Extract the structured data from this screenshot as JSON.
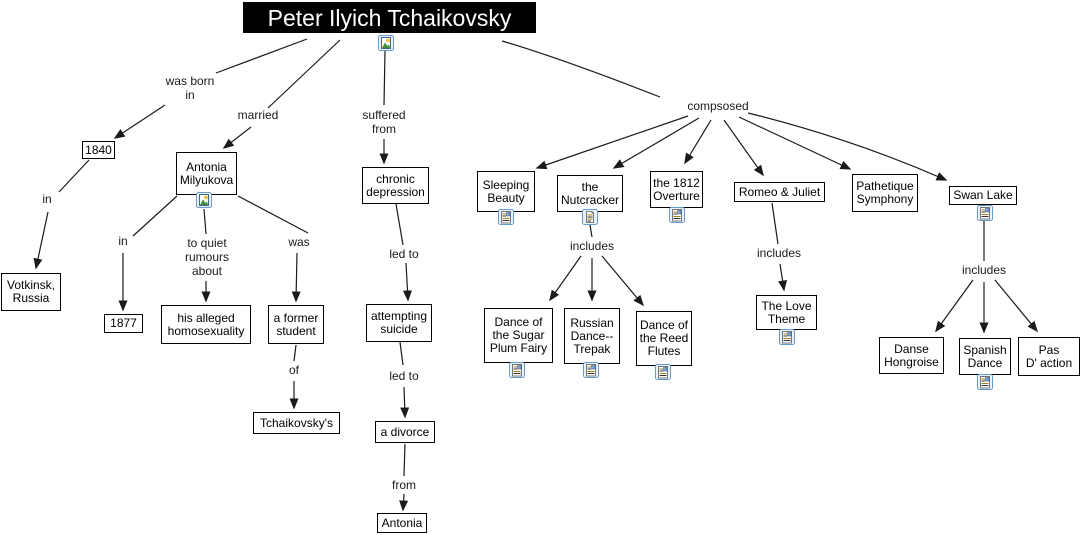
{
  "diagram_title": "Peter Ilyich Tchaikovsky concept map",
  "colors": {
    "title_bg": "#000000",
    "title_text": "#ffffff",
    "node_border": "#000000",
    "node_bg": "#ffffff",
    "edge": "#1a1a1a",
    "icon_frame": "#6699cc",
    "icon_bg": "#eaf2fc"
  },
  "nodes": {
    "title": {
      "label": "Peter Ilyich Tchaikovsky",
      "icon": "picture-icon"
    },
    "year1840": {
      "label": "1840"
    },
    "votkinsk": {
      "label": "Votkinsk,\nRussia"
    },
    "antonia": {
      "label": "Antonia\nMilyukova",
      "icon": "picture-icon"
    },
    "year1877": {
      "label": "1877"
    },
    "homosexuality": {
      "label": "his alleged\nhomosexuality"
    },
    "former_student": {
      "label": "a former\nstudent"
    },
    "tchaikovskys": {
      "label": "Tchaikovsky's"
    },
    "chronic": {
      "label": "chronic\ndepression"
    },
    "suicide": {
      "label": "attempting\nsuicide"
    },
    "divorce": {
      "label": "a divorce"
    },
    "antonia2": {
      "label": "Antonia"
    },
    "sleeping": {
      "label": "Sleeping\nBeauty",
      "icon": "document-image-icon"
    },
    "nutcracker": {
      "label": "the\nNutcracker",
      "icon": "document-icon"
    },
    "overture": {
      "label": "the 1812\nOverture",
      "icon": "document-image-icon"
    },
    "romeo": {
      "label": "Romeo & Juliet"
    },
    "pathetique": {
      "label": "Pathetique\nSymphony"
    },
    "swanlake": {
      "label": "Swan Lake",
      "icon": "document-image-icon"
    },
    "sugarplum": {
      "label": "Dance of\nthe Sugar\nPlum Fairy",
      "icon": "document-image-icon"
    },
    "trepak": {
      "label": "Russian\nDance--\nTrepak",
      "icon": "document-image-icon"
    },
    "reedflutes": {
      "label": "Dance of\nthe Reed\nFlutes",
      "icon": "document-image-icon"
    },
    "lovetheme": {
      "label": "The Love\nTheme",
      "icon": "document-image-icon"
    },
    "danse": {
      "label": "Danse\nHongroise"
    },
    "spanish": {
      "label": "Spanish\nDance",
      "icon": "document-image-icon"
    },
    "pas": {
      "label": "Pas\nD' action"
    }
  },
  "edge_labels": {
    "was_born_in": "was born\nin",
    "in_birth": "in",
    "married": "married",
    "in_marriage": "in",
    "to_quiet": "to quiet\nrumours\nabout",
    "was": "was",
    "of": "of",
    "suffered_from": "suffered\nfrom",
    "led_to_1": "led to",
    "led_to_2": "led to",
    "from": "from",
    "compsosed": "compsosed",
    "includes_nutcracker": "includes",
    "includes_romeo": "includes",
    "includes_swan": "includes"
  }
}
